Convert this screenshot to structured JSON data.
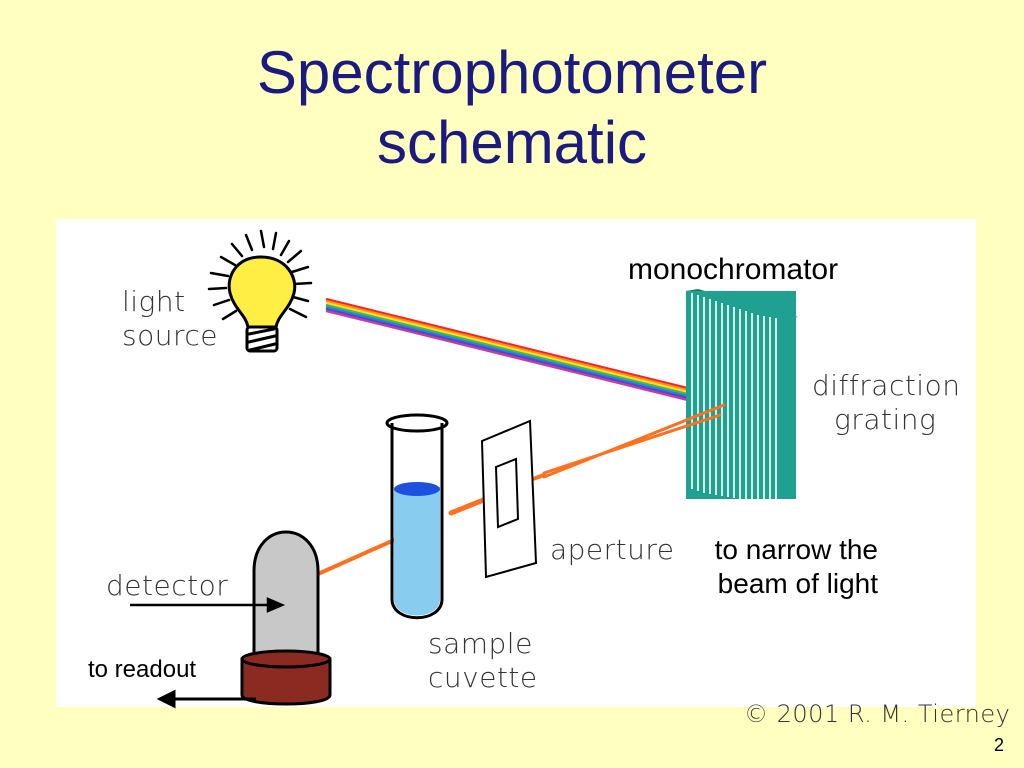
{
  "slide": {
    "title_line1": "Spectrophotometer",
    "title_line2": "schematic",
    "page_number": "2"
  },
  "diagram": {
    "labels": {
      "light_source_1": "light",
      "light_source_2": "source",
      "monochromator": "monochromator",
      "diffraction_1": "diffraction",
      "diffraction_2": "grating",
      "aperture": "aperture",
      "aperture_note_1": "to narrow the",
      "aperture_note_2": "beam of light",
      "detector": "detector",
      "to_readout": "to readout",
      "sample_1": "sample",
      "sample_2": "cuvette",
      "copyright": "© 2001 R. M. Tierney"
    },
    "colors": {
      "title": "#1A1A80",
      "slide_background": "#FFFFC0",
      "beam": "#FF7020",
      "grating": "#20A090",
      "solution": "#88CCF0",
      "detector_base": "#8B2A20"
    },
    "icons": [
      "light-bulb-icon",
      "diffraction-grating",
      "aperture-slit",
      "test-tube",
      "detector-tube"
    ]
  }
}
